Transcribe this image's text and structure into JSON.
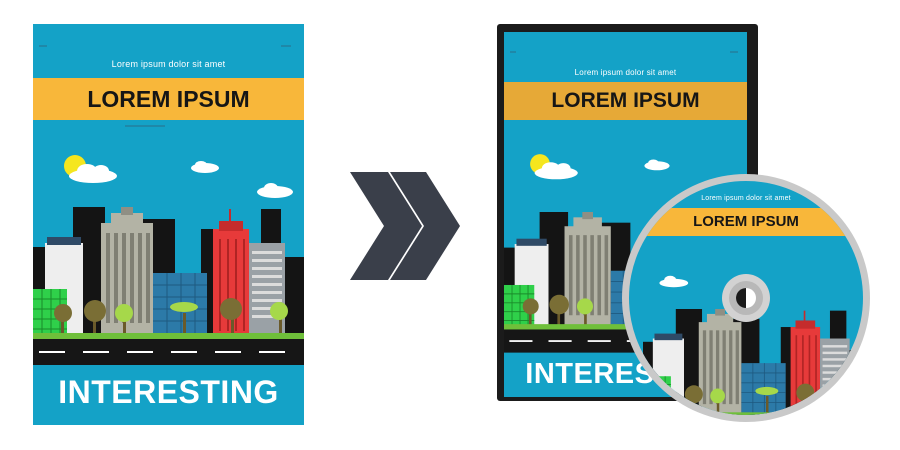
{
  "colors": {
    "sky": "#14a2c7",
    "band": "#f8b73a",
    "band_dark": "#e6a937",
    "road": "#161616",
    "grass": "#6fbf3a",
    "arrow": "#3a3f4a",
    "disc_rim": "#c9c9c9"
  },
  "icons": [
    "chevron-double-right-icon",
    "sun-icon",
    "cloud-icon",
    "tree-icon",
    "building-icon"
  ],
  "cover": {
    "tagline": "Lorem ipsum dolor sit amet",
    "title": "LOREM IPSUM",
    "subtitle": "INTERESTING"
  },
  "dvd_case": {
    "tagline": "Lorem ipsum dolor sit amet",
    "title": "LOREM IPSUM",
    "subtitle": "INTERESTING"
  },
  "disc": {
    "tagline": "Lorem ipsum dolor sit amet",
    "title": "LOREM IPSUM"
  }
}
